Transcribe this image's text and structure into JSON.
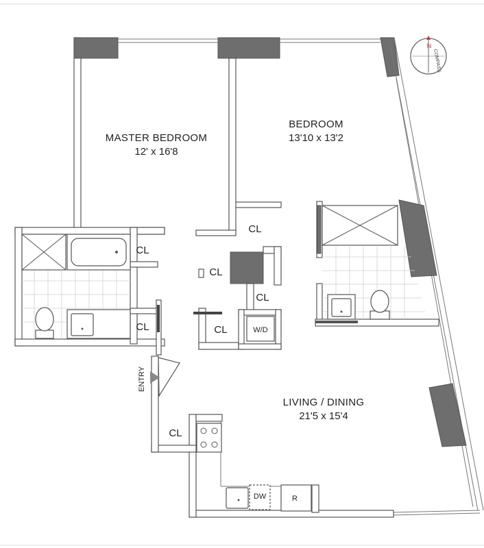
{
  "rooms": {
    "master_bedroom": {
      "name": "MASTER BEDROOM",
      "size": "12' x 16'8"
    },
    "bedroom": {
      "name": "BEDROOM",
      "size": "13'10 x 13'2"
    },
    "living_dining": {
      "name": "LIVING / DINING",
      "size": "21'5 x 15'4"
    }
  },
  "closets": [
    "CL",
    "CL",
    "CL",
    "CL",
    "CL",
    "CL",
    "CL"
  ],
  "appliances": {
    "washer_dryer": "W/D",
    "dishwasher": "DW",
    "refrigerator": "R"
  },
  "entry": "ENTRY",
  "compass": {
    "north": "N",
    "word": "COMPASS"
  }
}
